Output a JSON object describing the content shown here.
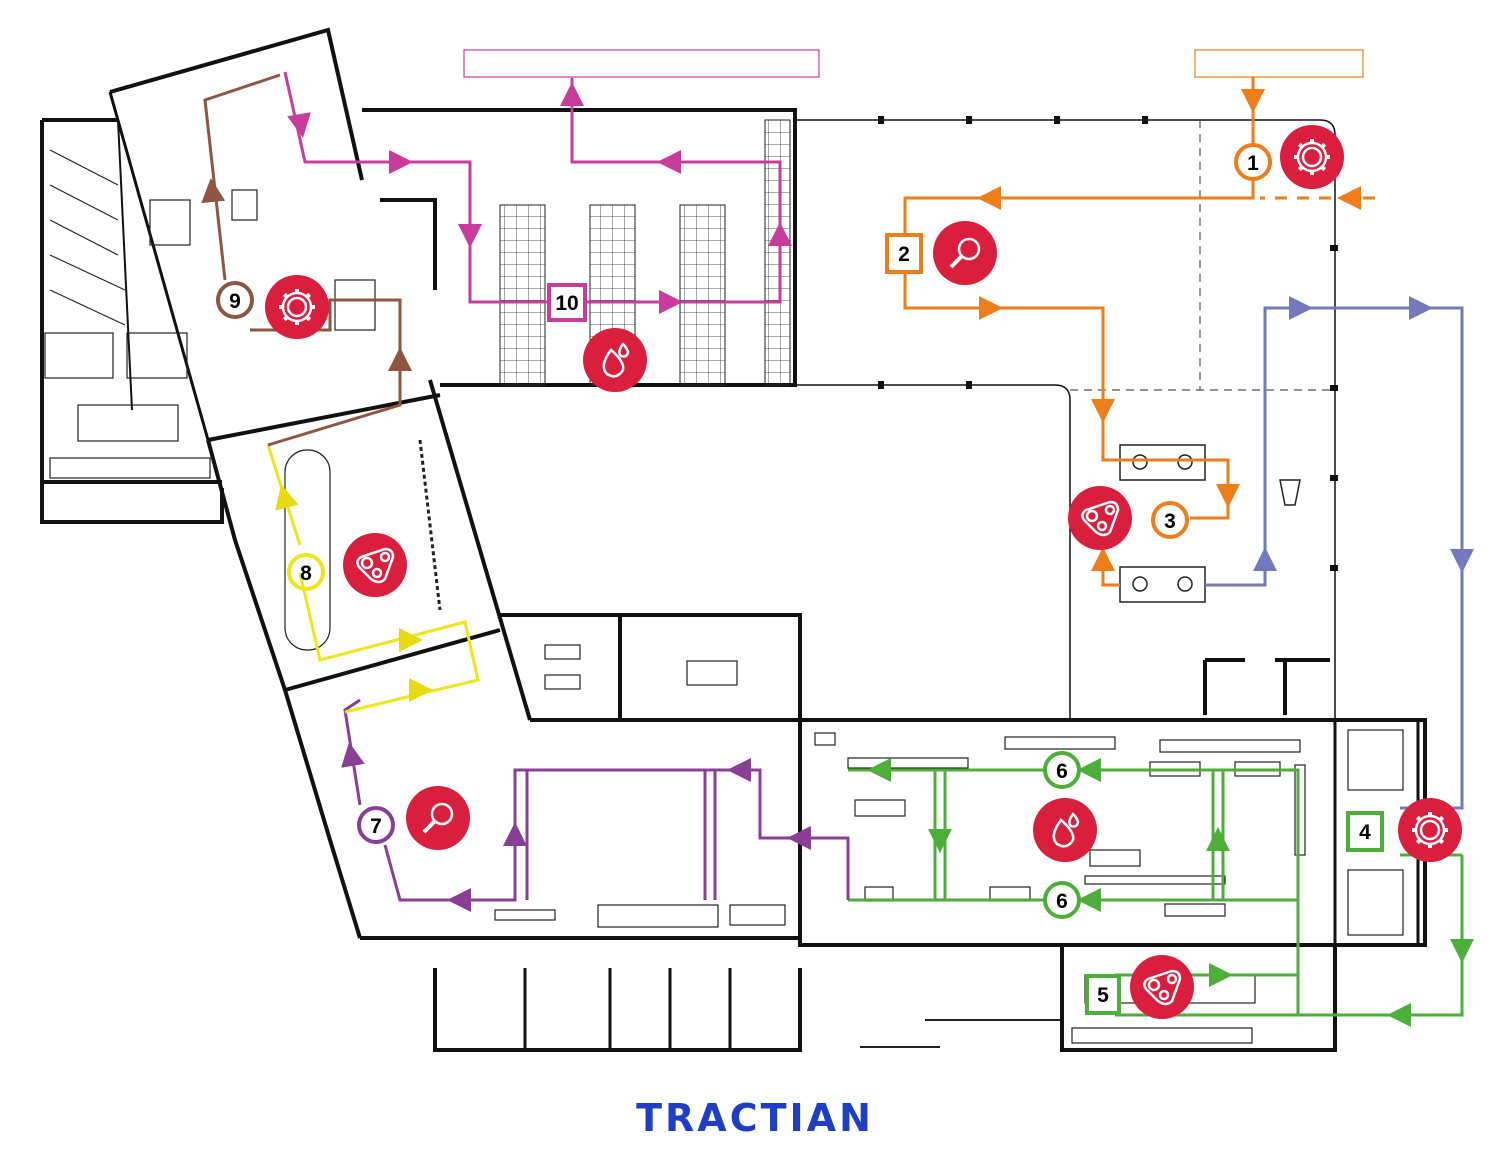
{
  "brand": {
    "logo_text": "TRACTIAN"
  },
  "colors": {
    "orange": "#EF7D1A",
    "pink": "#C93C9B",
    "brown": "#8E5640",
    "yellow": "#F0E617",
    "purple": "#8A3F97",
    "green": "#4DAE3A",
    "blue": "#7479BE",
    "marker_red": "#D91E3E",
    "logo_blue": "#1E3EC6"
  },
  "stations": [
    {
      "label": "1",
      "color": "orange",
      "shape": "circle"
    },
    {
      "label": "2",
      "color": "orange",
      "shape": "square"
    },
    {
      "label": "3",
      "color": "orange",
      "shape": "circle"
    },
    {
      "label": "4",
      "color": "green",
      "shape": "square"
    },
    {
      "label": "5",
      "color": "green",
      "shape": "square"
    },
    {
      "label": "6",
      "color": "green",
      "shape": "circle"
    },
    {
      "label": "6",
      "color": "green",
      "shape": "circle"
    },
    {
      "label": "7",
      "color": "purple",
      "shape": "circle"
    },
    {
      "label": "8",
      "color": "yellow",
      "shape": "circle"
    },
    {
      "label": "9",
      "color": "brown",
      "shape": "circle"
    },
    {
      "label": "10",
      "color": "pink",
      "shape": "square"
    }
  ],
  "icons": [
    {
      "name": "gear-icon",
      "near": "1"
    },
    {
      "name": "magnifier-icon",
      "near": "2"
    },
    {
      "name": "belt-drive-icon",
      "near": "3"
    },
    {
      "name": "gear-icon",
      "near": "4"
    },
    {
      "name": "belt-drive-icon",
      "near": "5"
    },
    {
      "name": "drops-icon",
      "near": "6"
    },
    {
      "name": "magnifier-icon",
      "near": "7"
    },
    {
      "name": "belt-drive-icon",
      "near": "8"
    },
    {
      "name": "gear-icon",
      "near": "9"
    },
    {
      "name": "drops-icon",
      "near": "10"
    }
  ],
  "label_boxes": [
    {
      "text": "",
      "color": "pink"
    },
    {
      "text": "",
      "color": "orange"
    }
  ]
}
